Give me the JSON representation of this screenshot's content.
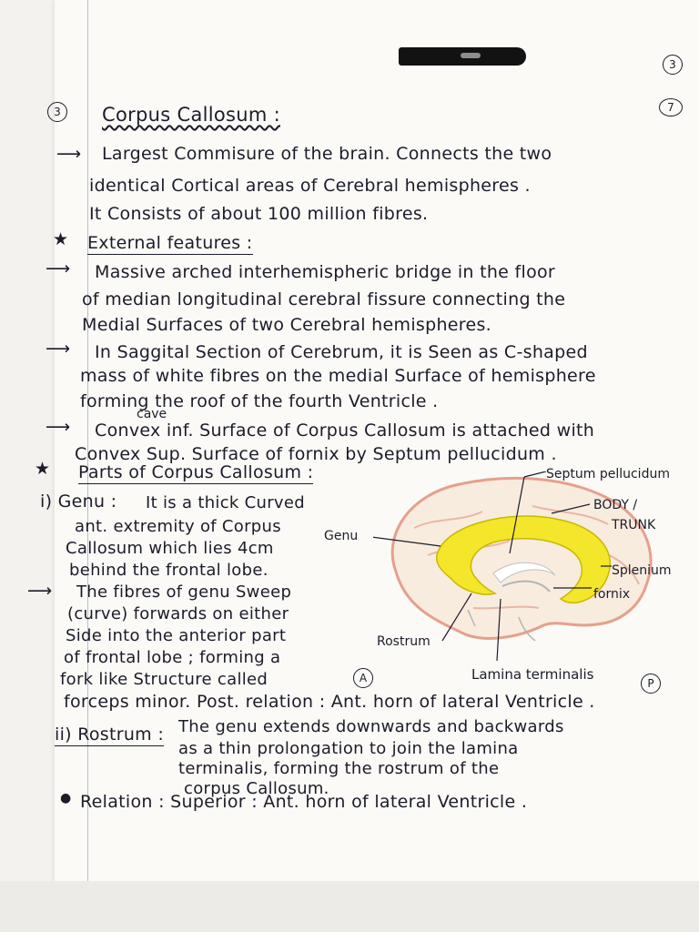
{
  "page_numbers": {
    "top": "3",
    "second": "7"
  },
  "heading_num": "3",
  "title": "Corpus Callosum :",
  "intro": [
    "Largest Commisure of the brain. Connects the two",
    "identical Cortical areas of Cerebral hemispheres .",
    "It Consists of about 100 million fibres."
  ],
  "external": {
    "heading": "External features :",
    "lines": [
      "Massive arched interhemispheric bridge in the floor",
      "of median longitudinal cerebral fissure connecting the",
      "Medial Surfaces of two Cerebral hemispheres.",
      "In Saggital Section of Cerebrum, it is Seen as C-shaped",
      "mass of white fibres on the medial Surface of hemisphere",
      "forming the roof of the fourth Ventricle .",
      "Convex inf. Surface of Corpus Callosum is attached with",
      "Convex Sup. Surface of fornix by Septum pellucidum ."
    ],
    "cave_note": "cave"
  },
  "parts": {
    "heading": "Parts of Corpus Callosum :",
    "genu_label": "i) Genu :",
    "genu_lines": [
      "It is a thick Curved",
      "ant. extremity of Corpus",
      "Callosum which lies 4cm",
      "behind the frontal lobe.",
      "The fibres of genu Sweep",
      "(curve) forwards on either",
      "Side into the anterior part",
      "of frontal lobe ; forming a",
      "fork like Structure called"
    ],
    "circle_a": "A",
    "forceps": "forceps minor. Post. relation : Ant. horn of lateral Ventricle .",
    "rostrum_label": "ii) Rostrum :",
    "rostrum_lines": [
      "The genu extends downwards and backwards",
      "as a thin prolongation to join the lamina",
      "terminalis, forming the rostrum of the",
      "corpus Callosum."
    ],
    "relation": "Relation : Superior : Ant. horn of lateral Ventricle ."
  },
  "diagram_labels": {
    "septum": "Septum pellucidum",
    "body": "BODY /",
    "trunk": "TRUNK",
    "genu": "Genu",
    "splenium": "Splenium",
    "fornix": "fornix",
    "rostrum": "Rostrum",
    "lamina": "Lamina terminalis",
    "circle_p": "P"
  },
  "colors": {
    "ink": "#1c1c2a",
    "callosum": "#f4e62a",
    "brain_outline": "#e5a08c",
    "brain_fill": "#f8ecdf"
  }
}
